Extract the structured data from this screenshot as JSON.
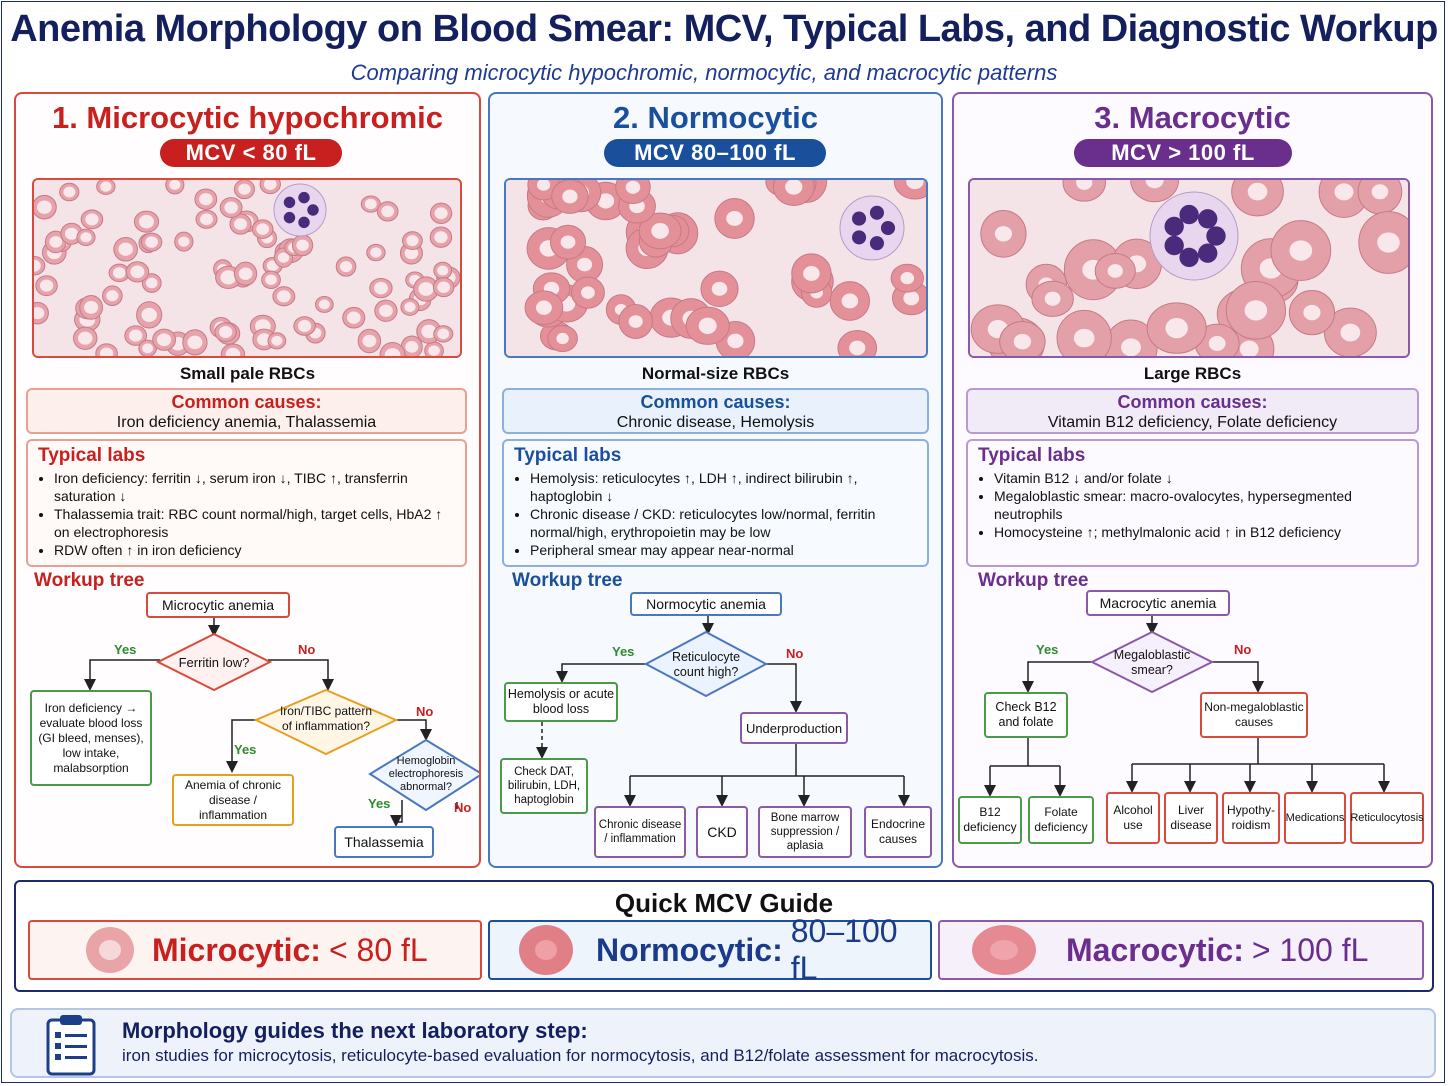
{
  "title": "Anemia Morphology on Blood Smear: MCV, Typical Labs, and Diagnostic Workup",
  "subtitle": "Comparing microcytic hypochromic, normocytic, and macrocytic patterns",
  "colors": {
    "micro": "#c8201e",
    "normo": "#1a4f9c",
    "macro": "#6a2e8c",
    "navy": "#14205e",
    "yes": "#2e8b2e",
    "no": "#c8201e"
  },
  "panels": [
    {
      "title": "1. Microcytic hypochromic",
      "mcv": "MCV < 80 fL",
      "smear_caption": "Small pale RBCs",
      "causes_heading": "Common causes:",
      "causes": "Iron deficiency anemia, Thalassemia",
      "labs_heading": "Typical labs",
      "labs": [
        "Iron deficiency:  ferritin ↓, serum iron ↓, TIBC ↑, transferrin saturation ↓",
        "Thalassemia trait:  RBC count normal/high, target cells, HbA2 ↑ on electrophoresis",
        "RDW  often ↑ in iron deficiency"
      ],
      "workup_heading": "Workup tree",
      "tree": {
        "root": "Microcytic anemia",
        "q1": "Ferritin low?",
        "yes1": "Yes",
        "no1": "No",
        "leaf_yes": "Iron deficiency → evaluate blood loss (GI bleed, menses), low intake, malabsorption",
        "q2": "Iron/TIBC pattern of inflammation?",
        "yes2": "Yes",
        "no2": "No",
        "leaf_yes2": "Anemia of chronic disease / inflammation",
        "q3": "Hemoglobin electrophoresis abnormal?",
        "yes3": "Yes",
        "no3": "No",
        "leaf_yes3": "Thalassemia"
      }
    },
    {
      "title": "2. Normocytic",
      "mcv": "MCV 80–100 fL",
      "smear_caption": "Normal-size RBCs",
      "causes_heading": "Common causes:",
      "causes": "Chronic disease,  Hemolysis",
      "labs_heading": "Typical labs",
      "labs": [
        "Hemolysis:  reticulocytes ↑, LDH ↑, indirect bilirubin ↑, haptoglobin ↓",
        "Chronic disease / CKD:  reticulocytes low/normal, ferritin normal/high, erythropoietin may be low",
        "Peripheral smear may appear near-normal"
      ],
      "workup_heading": "Workup tree",
      "tree": {
        "root": "Normocytic anemia",
        "q1": "Reticulocyte count high?",
        "yes1": "Yes",
        "no1": "No",
        "leaf_yes": "Hemolysis or acute blood loss",
        "leaf_yes_next": "Check DAT, bilirubin, LDH, haptoglobin",
        "leaf_no": "Underproduction",
        "children": [
          "Chronic disease / inflammation",
          "CKD",
          "Bone marrow suppression / aplasia",
          "Endocrine causes"
        ]
      }
    },
    {
      "title": "3. Macrocytic",
      "mcv": "MCV > 100 fL",
      "smear_caption": "Large RBCs",
      "causes_heading": "Common causes:",
      "causes": "Vitamin B12 deficiency,  Folate deficiency",
      "labs_heading": "Typical labs",
      "labs": [
        "Vitamin B12 ↓ and/or folate ↓",
        "Megaloblastic smear: macro-ovalocytes, hypersegmented neutrophils",
        "Homocysteine ↑; methylmalonic acid ↑ in B12 deficiency"
      ],
      "workup_heading": "Workup tree",
      "tree": {
        "root": "Macrocytic anemia",
        "q1": "Megaloblastic smear?",
        "yes1": "Yes",
        "no1": "No",
        "leaf_yes": "Check B12 and folate",
        "yes_children": [
          "B12 deficiency",
          "Folate deficiency"
        ],
        "leaf_no": "Non-megaloblastic causes",
        "no_children": [
          "Alcohol use",
          "Liver disease",
          "Hypothy-roidism",
          "Medications",
          "Reticulocytosis"
        ]
      }
    }
  ],
  "guide": {
    "title": "Quick MCV Guide",
    "items": [
      {
        "name": "Microcytic:",
        "value": "< 80 fL"
      },
      {
        "name": "Normocytic:",
        "value": "80–100 fL"
      },
      {
        "name": "Macrocytic:",
        "value": "> 100 fL"
      }
    ]
  },
  "footer": {
    "heading": "Morphology guides the next laboratory step:",
    "text": "iron studies for microcytosis, reticulocyte-based evaluation for normocytosis, and B12/folate assessment for macrocytosis."
  }
}
